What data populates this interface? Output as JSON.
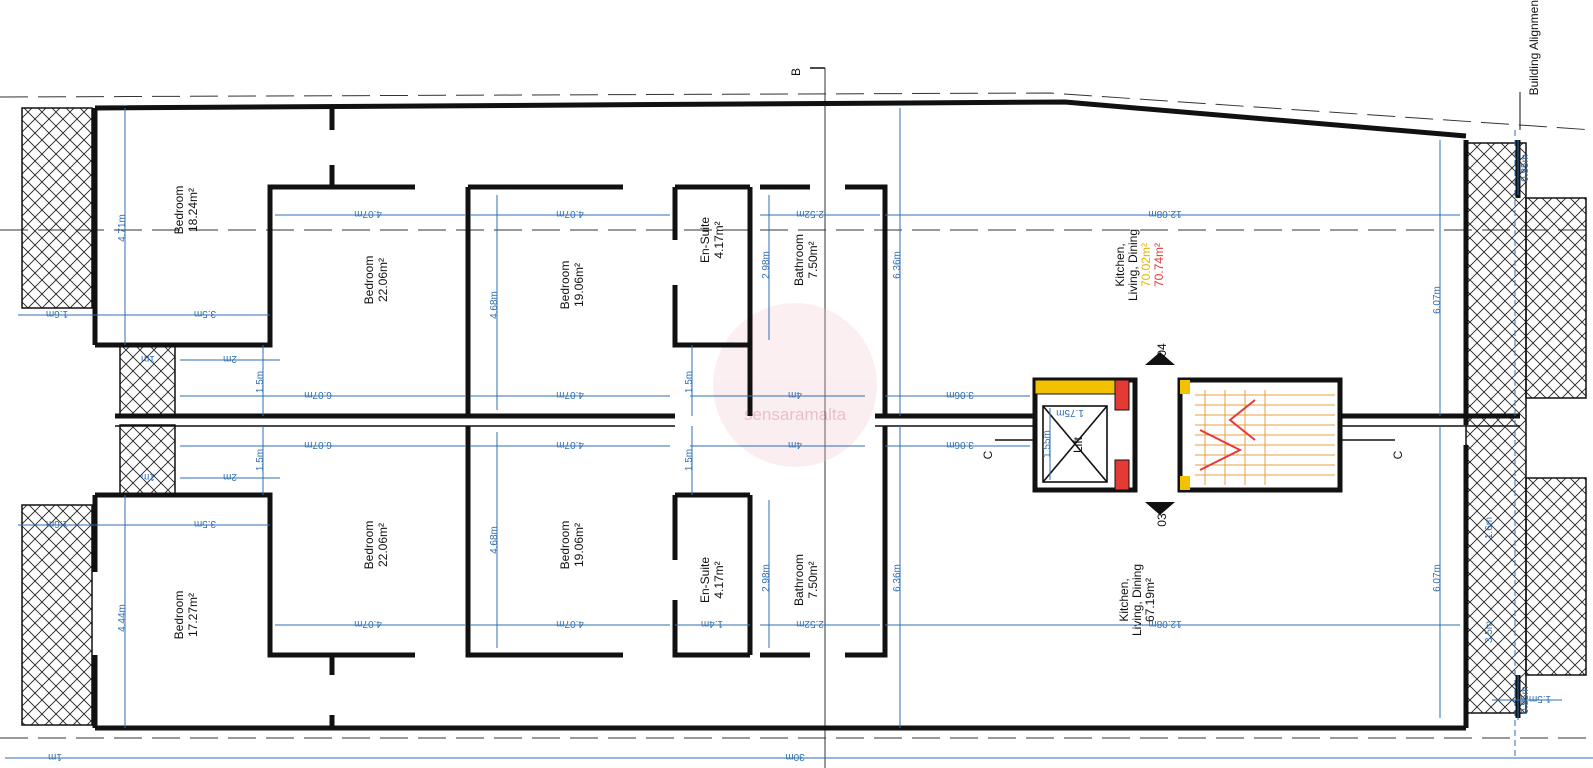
{
  "rooms": {
    "bedroom_top_left": {
      "name": "Bedroom",
      "area": "18.24m²"
    },
    "bedroom_top_2": {
      "name": "Bedroom",
      "area": "22.06m²"
    },
    "bedroom_top_3": {
      "name": "Bedroom",
      "area": "19.06m²"
    },
    "ensuite_top": {
      "name": "En-Suite",
      "area": "4.17m²"
    },
    "bathroom_top": {
      "name": "Bathroom",
      "area": "7.50m²"
    },
    "kitchen_top": {
      "name": "Kitchen,",
      "name2": "Living, Dining",
      "area_a": "70.02m²",
      "area_b": "70.74m²"
    },
    "bedroom_bot_left": {
      "name": "Bedroom",
      "area": "17.27m²"
    },
    "bedroom_bot_2": {
      "name": "Bedroom",
      "area": "22.06m²"
    },
    "bedroom_bot_3": {
      "name": "Bedroom",
      "area": "19.06m²"
    },
    "ensuite_bot": {
      "name": "En-Suite",
      "area": "4.17m²"
    },
    "bathroom_bot": {
      "name": "Bathroom",
      "area": "7.50m²"
    },
    "kitchen_bot": {
      "name": "Kitchen,",
      "name2": "Living, Dining",
      "area": "67.19m²"
    },
    "lift": {
      "name": "Lift"
    }
  },
  "dims": {
    "d_471": "4.71m",
    "d_35a": "3.5m",
    "d_16a": "1.6m",
    "d_407a": "4.07m",
    "d_407b": "4.07m",
    "d_252a": "2.52m",
    "d_1208a": "12.08m",
    "d_1a": "1m",
    "d_2a": "2m",
    "d_15a": "1.5m",
    "d_607a": "6.07m",
    "d_407c": "4.07m",
    "d_4a": "4m",
    "d_306a": "3.06m",
    "d_175": "1.75m",
    "d_607b": "6.07m",
    "d_407d": "4.07m",
    "d_4b": "4m",
    "d_306b": "3.06m",
    "d_155": "1.55m",
    "d_1b": "1m",
    "d_2b": "2m",
    "d_15b": "1.5m",
    "d_15c": "1.5m",
    "d_15d": "1.5m",
    "d_468a": "4.68m",
    "d_468b": "4.68m",
    "d_298a": "2.98m",
    "d_298b": "2.98m",
    "d_636a": "6.36m",
    "d_636b": "6.36m",
    "d_607c": "6.07m",
    "d_607d": "6.07m",
    "d_35b": "3.5m",
    "d_16b": "1.6m",
    "d_444": "4.44m",
    "d_407e": "4.07m",
    "d_407f": "4.07m",
    "d_14": "1.4m",
    "d_252b": "2.52m",
    "d_1208b": "12.08m",
    "d_085a": "0.85m",
    "d_085b": "0.85m",
    "d_15e": "1.5m",
    "d_35c": "3.5m",
    "d_16c": "1.6m",
    "d_30": "30m",
    "d_1c": "1m"
  },
  "markers": {
    "section_b": "B",
    "section_c_left": "C",
    "section_c_right": "C",
    "stair_up": "04",
    "stair_down": "03",
    "building_alignment": "Building Alignment",
    "watermark": "sensaramalta"
  },
  "colors": {
    "walls": "#111111",
    "dimensions": "#2e6fb3",
    "stair_red": "#e53935",
    "stair_yellow": "#f2c200",
    "area_yellow": "#e8b400",
    "area_red": "#e53935"
  }
}
